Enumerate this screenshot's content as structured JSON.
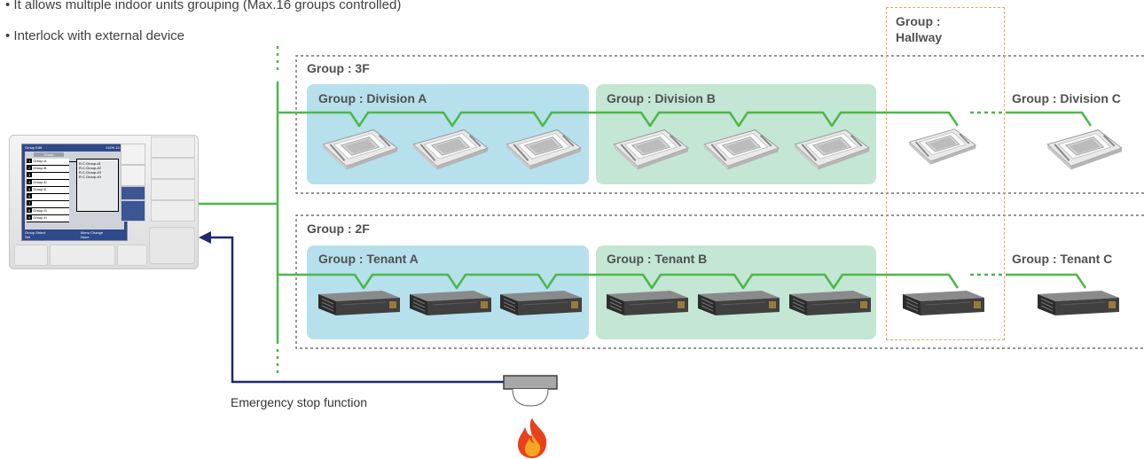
{
  "bullets": [
    "• It allows multiple indoor units grouping (Max.16 groups controlled)",
    "• Interlock with external device"
  ],
  "groups": {
    "floor3": "Group : 3F",
    "floor2": "Group : 2F",
    "hallway": "Group :\nHallway",
    "division_a": "Group : Division A",
    "division_b": "Group : Division B",
    "division_c": "Group : Division C",
    "tenant_a": "Group : Tenant A",
    "tenant_b": "Group : Tenant B",
    "tenant_c": "Group : Tenant C"
  },
  "controller": {
    "title": "Group Edit",
    "time": "11/09 12:45",
    "header": "Group",
    "rows": [
      "Group-A",
      "Group-B",
      "",
      "Group-D",
      "Group-E",
      "",
      "",
      "Group-G",
      "Group-H"
    ],
    "list": [
      "R.C.Group-#1",
      "R.C.Group-#2",
      "R.C.Group-#3",
      "R.C.Group-#4"
    ],
    "footer_left": "Group Select",
    "footer_mid": "Menu Change",
    "footer_set": "Set",
    "footer_none": "None"
  },
  "emergency": "Emergency stop function",
  "colors": {
    "wire": "#4cb848",
    "signal": "#1f2a6e",
    "zone_blue": "#b6e0ec",
    "zone_green": "#c4e6d4",
    "hallway_border": "#f0a050"
  },
  "icons": {
    "cassette": "cassette-unit-icon",
    "duct": "duct-unit-icon",
    "sensor": "smoke-sensor-icon",
    "fire": "fire-icon",
    "controller": "remote-controller-icon"
  }
}
